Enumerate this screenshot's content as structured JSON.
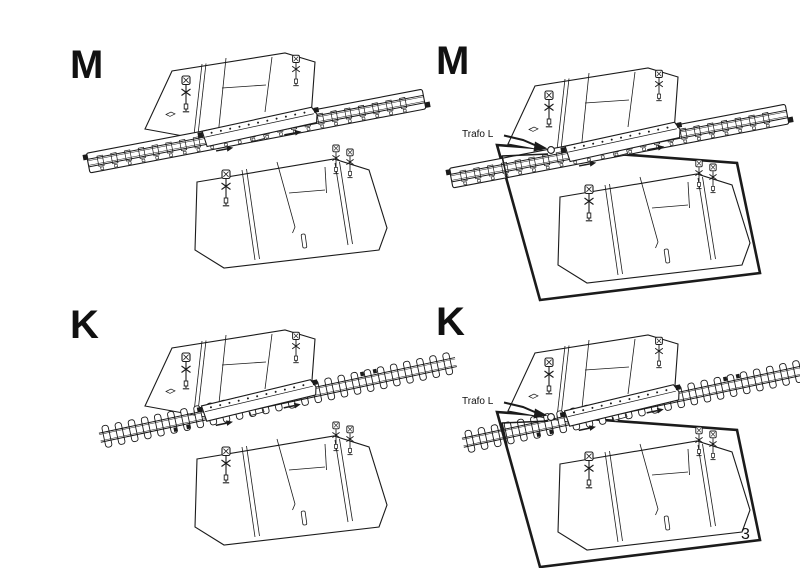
{
  "page": {
    "number": "3",
    "background_color": "#ffffff",
    "line_color": "#1b1b1b"
  },
  "panels": [
    {
      "label": "M",
      "depicts": "level-crossing-on-m-track"
    },
    {
      "label": "M",
      "depicts": "level-crossing-on-m-track-with-baseplate",
      "annotation": "Trafo L"
    },
    {
      "label": "K",
      "depicts": "level-crossing-on-k-track"
    },
    {
      "label": "K",
      "depicts": "level-crossing-on-k-track-with-baseplate",
      "annotation": "Trafo L"
    }
  ]
}
